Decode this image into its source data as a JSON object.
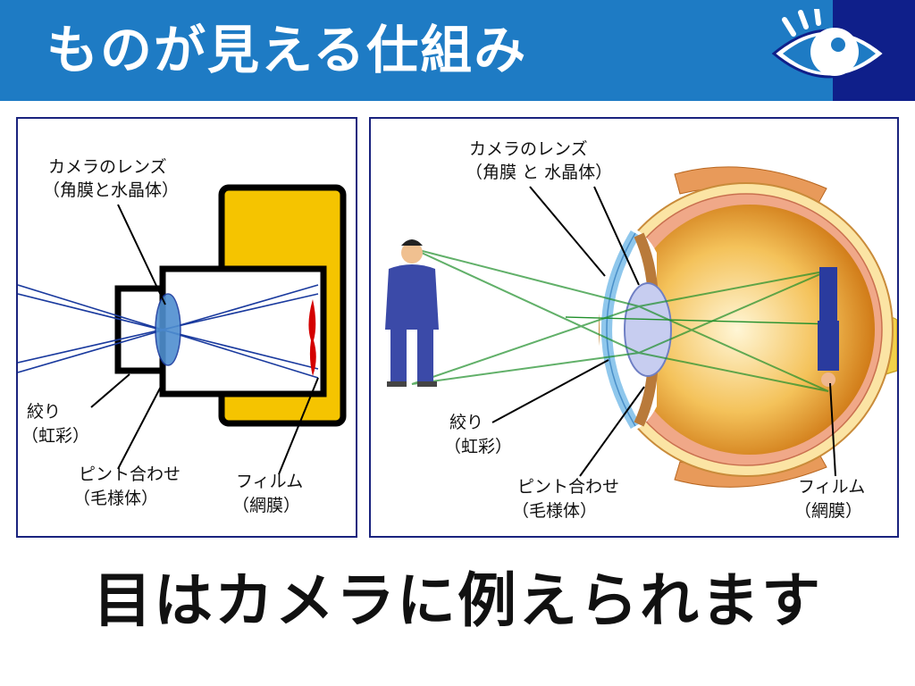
{
  "header": {
    "title": "ものが見える仕組み",
    "icon": "eye-icon",
    "color": "#1e7bc4",
    "accent_color": "#0f1f8a"
  },
  "camera_diagram": {
    "lens_label": "カメラのレンズ",
    "lens_sub": "（角膜と水晶体）",
    "iris_label": "絞り",
    "iris_sub": "（虹彩）",
    "focus_label": "ピント合わせ",
    "focus_sub": "（毛様体）",
    "film_label": "フィルム",
    "film_sub": "（網膜）"
  },
  "eye_diagram": {
    "lens_label": "カメラのレンズ",
    "lens_sub": "（角膜 と 水晶体）",
    "iris_label": "絞り",
    "iris_sub": "（虹彩）",
    "focus_label": "ピント合わせ",
    "focus_sub": "（毛様体）",
    "film_label": "フィルム",
    "film_sub": "（網膜）"
  },
  "caption": "目はカメラに例えられます"
}
